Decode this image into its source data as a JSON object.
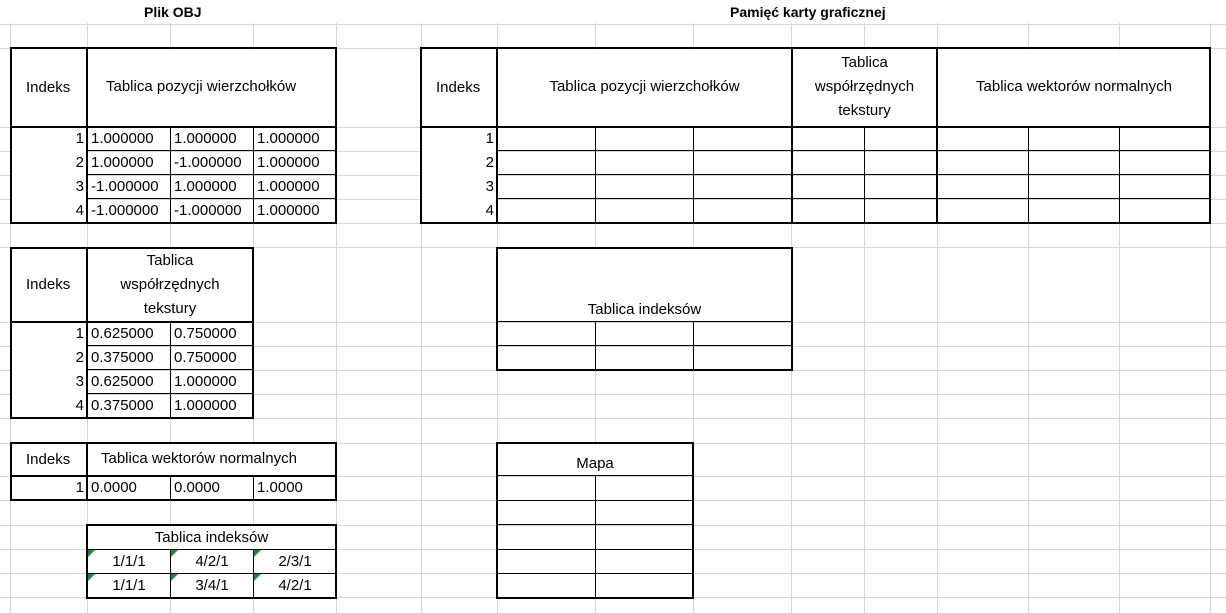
{
  "titles": {
    "left": "Plik OBJ",
    "right": "Pamięć karty graficznej"
  },
  "common": {
    "indeks": "Indeks",
    "positions": "Tablica pozycji wierzchołków",
    "tex_l1": "Tablica",
    "tex_l2": "współrzędnych",
    "tex_l3": "tekstury",
    "normals": "Tablica wektorów normalnych",
    "indices": "Tablica indeksów",
    "map": "Mapa"
  },
  "positions_rows": [
    {
      "i": "1",
      "x": "1.000000",
      "y": "1.000000",
      "z": "1.000000"
    },
    {
      "i": "2",
      "x": "1.000000",
      "y": "-1.000000",
      "z": "1.000000"
    },
    {
      "i": "3",
      "x": "-1.000000",
      "y": "1.000000",
      "z": "1.000000"
    },
    {
      "i": "4",
      "x": "-1.000000",
      "y": "-1.000000",
      "z": "1.000000"
    }
  ],
  "tex_rows": [
    {
      "i": "1",
      "u": "0.625000",
      "v": "0.750000"
    },
    {
      "i": "2",
      "u": "0.375000",
      "v": "0.750000"
    },
    {
      "i": "3",
      "u": "0.625000",
      "v": "1.000000"
    },
    {
      "i": "4",
      "u": "0.375000",
      "v": "1.000000"
    }
  ],
  "normal_rows": [
    {
      "i": "1",
      "x": "0.0000",
      "y": "0.0000",
      "z": "1.0000"
    }
  ],
  "index_rows": [
    [
      "1/1/1",
      "4/2/1",
      "2/3/1"
    ],
    [
      "1/1/1",
      "3/4/1",
      "4/2/1"
    ]
  ],
  "gpu_rows": [
    "1",
    "2",
    "3",
    "4"
  ]
}
